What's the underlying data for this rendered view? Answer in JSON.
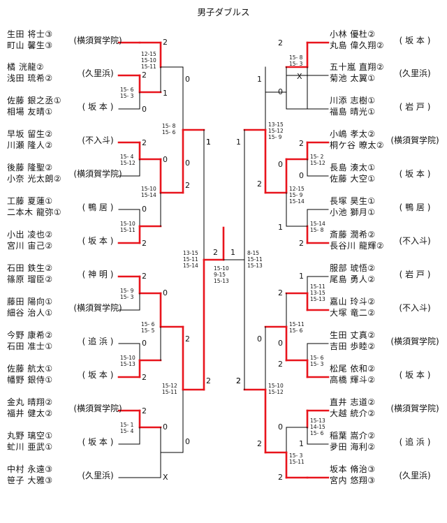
{
  "title": "男子ダブルス",
  "colors": {
    "line": "#000000",
    "winner_line": "#e8141c"
  },
  "left_pairs": [
    {
      "p1": "生田 将士③",
      "p2": "町山 馨生③",
      "club": "(横須賀学院)"
    },
    {
      "p1": "橘 洸龍②",
      "p2": "浅田 琉希②",
      "club": "(久里浜)"
    },
    {
      "p1": "佐藤 銀之丞①",
      "p2": "相場 友晴①",
      "club": "( 坂 本 )"
    },
    {
      "p1": "早坂 留生②",
      "p2": "川瀬 隆人②",
      "club": "(不入斗)"
    },
    {
      "p1": "後藤 隆聖②",
      "p2": "小奈 光太朗②",
      "club": "(横須賀学院)"
    },
    {
      "p1": "工藤 夏蓮①",
      "p2": "二本木 龍弥①",
      "club": "( 鴨 居 )"
    },
    {
      "p1": "小出 凌也②",
      "p2": "宮川 宙己②",
      "club": "( 坂 本 )"
    },
    {
      "p1": "石田 鉄生②",
      "p2": "篠原 瑠臣②",
      "club": "( 神 明 )"
    },
    {
      "p1": "藤田 陽向①",
      "p2": "細谷 治人①",
      "club": "(横須賀学院)"
    },
    {
      "p1": "今野 康希②",
      "p2": "石田 准士①",
      "club": "( 追 浜 )"
    },
    {
      "p1": "佐藤 航太①",
      "p2": "幡野 銀侍①",
      "club": "( 坂 本 )"
    },
    {
      "p1": "金丸 晴翔②",
      "p2": "福井 健太②",
      "club": "(横須賀学院)"
    },
    {
      "p1": "丸野 璃空①",
      "p2": "虻川 亜武①",
      "club": "( 坂 本 )"
    },
    {
      "p1": "中村 永遠③",
      "p2": "笹子 大雅③",
      "club": "(久里浜)"
    }
  ],
  "right_pairs": [
    {
      "p1": "小林 優杜②",
      "p2": "丸島 偉久翔②",
      "club": "( 坂 本 )"
    },
    {
      "p1": "五十嵐 直翔②",
      "p2": "菊池 太翼①",
      "club": "(久里浜)"
    },
    {
      "p1": "川添 志樹①",
      "p2": "福島 晴光①",
      "club": "( 岩 戸 )"
    },
    {
      "p1": "小嶋 孝太②",
      "p2": "桐ケ谷 暸太②",
      "club": "(横須賀学院)"
    },
    {
      "p1": "長島 湊太①",
      "p2": "佐藤 大空①",
      "club": "( 坂 本 )"
    },
    {
      "p1": "長塚 昊生①",
      "p2": "小池 獅月①",
      "club": "( 鴨 居 )"
    },
    {
      "p1": "斎藤 潤希②",
      "p2": "長谷川 龍輝②",
      "club": "(不入斗)"
    },
    {
      "p1": "服部 琥悟②",
      "p2": "尾島 勇人②",
      "club": "( 岩 戸 )"
    },
    {
      "p1": "嘉山 玲斗②",
      "p2": "大塚 竜二②",
      "club": "(不入斗)"
    },
    {
      "p1": "生田 丈真②",
      "p2": "吉田 歩睦②",
      "club": "(横須賀学院)"
    },
    {
      "p1": "松尾 依和②",
      "p2": "高橋 輝斗②",
      "club": "( 坂 本 )"
    },
    {
      "p1": "直井 志道②",
      "p2": "大越 統介②",
      "club": "(横須賀学院)"
    },
    {
      "p1": "稲葉 嵩介②",
      "p2": "夛田 海利②",
      "club": "( 追 浜 )"
    },
    {
      "p1": "坂本 脩治③",
      "p2": "宮内 悠翔③",
      "club": "(久里浜)"
    }
  ],
  "scores": {
    "l1a": "2",
    "l2a": "2",
    "l2b": "1",
    "l3a": "0",
    "l4a": "2",
    "l5a": "0",
    "l6a": "0",
    "l7a": "2",
    "l8a": "2",
    "l9a": "0",
    "l10a": "0",
    "l11a": "2",
    "l12a": "2",
    "l13a": "0",
    "l14a": "X",
    "lq1": "0",
    "lq2": "1",
    "lq3": "0",
    "lq4": "2",
    "lq5": "2",
    "lq6": "0",
    "ls1": "1",
    "ls2": "2",
    "lf": "2",
    "r1a": "2",
    "r2a": "X",
    "r3a": "0",
    "r4a": "2",
    "r5a": "0",
    "r6a": "1",
    "r7a": "2",
    "r8a": "1",
    "r9a": "2",
    "r10a": "0",
    "r11a": "2",
    "r12a": "0",
    "r13a": "1",
    "r14a": "2",
    "rq1": "1",
    "rq2": "0",
    "rq3": "2",
    "rq4": "0",
    "rq5": "2",
    "rq6": "2",
    "rs1": "1",
    "rs2": "2",
    "rf": "1"
  },
  "games": {
    "lm12": "12-15\n15-10\n15-11",
    "lm23": "15- 6\n15- 3",
    "lq12": "15- 8\n15- 6",
    "lm45": "15- 4\n15-12",
    "lm67": "15-10\n15-11",
    "lq34": "15-10\n15-14",
    "lm89": "15- 9\n15- 3",
    "lm1011": "15-10\n15-13",
    "lq56": "15- 6\n15- 5",
    "lm1213": "15- 1\n15- 4",
    "lsf2": "15-12\n15-11",
    "lsf": "13-15\n15-11\n15-14",
    "final": "15-10\n9-15\n15-13",
    "rm12": "15- 8\n15- 3",
    "rq12": "13-15\n15-12\n15- 9",
    "rm45": "15- 2\n15-12",
    "rq34": "12-15\n15- 9\n15-14",
    "rm67": "15-14\n15- 8",
    "rm89": "15-11\n13-15\n15-13",
    "rq56": "15-11\n15- 6",
    "rm1011": "15- 6\n15- 3",
    "rm1213": "15-13\n14-15\n15- 6",
    "rq7": "15- 3\n15-11",
    "rsf2": "15-10\n15-12",
    "rsf": "8-15\n15-11\n15-13"
  }
}
